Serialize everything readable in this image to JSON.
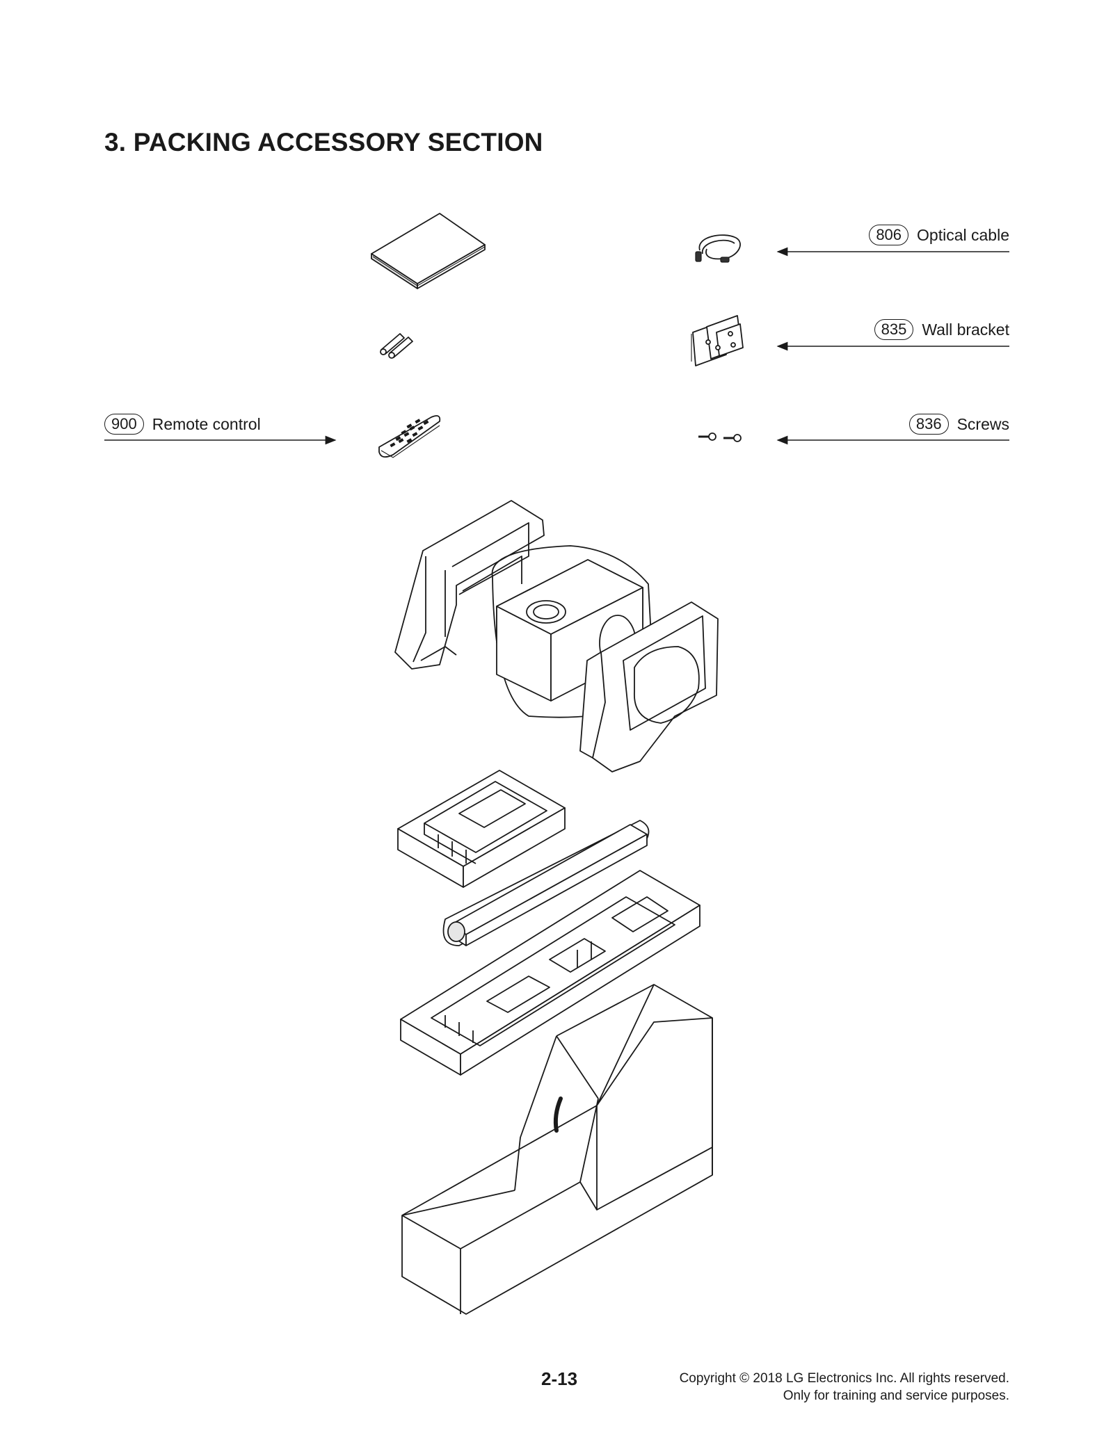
{
  "page": {
    "title": "3. PACKING ACCESSORY SECTION",
    "page_number": "2-13",
    "copyright_line1": "Copyright © 2018 LG Electronics Inc. All rights reserved.",
    "copyright_line2": "Only for training and service purposes."
  },
  "callouts": [
    {
      "number": "806",
      "label": "Optical cable",
      "part_icon": "optical-cable-icon"
    },
    {
      "number": "835",
      "label": "Wall bracket",
      "part_icon": "wall-bracket-icon"
    },
    {
      "number": "836",
      "label": "Screws",
      "part_icon": "screws-icon"
    },
    {
      "number": "900",
      "label": "Remote control",
      "part_icon": "remote-control-icon"
    }
  ],
  "unlabeled_parts": [
    "manual-booklet-icon",
    "batteries-icon",
    "subwoofer-packing-icon",
    "soundbar-packing-icon",
    "outer-carton-icon"
  ]
}
